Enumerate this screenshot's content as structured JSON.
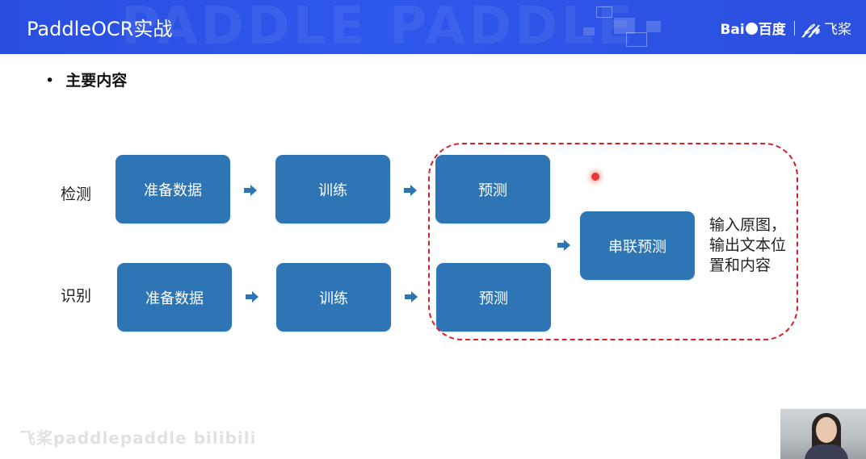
{
  "header": {
    "title": "PaddleOCR实战",
    "watermark": "PADDLE PADDLE",
    "brand_baidu_left": "Bai",
    "brand_baidu_right": "百度",
    "brand_fp_mark": "𝒻𝓅",
    "brand_feijiang": "飞桨"
  },
  "content": {
    "bullet": "主要内容",
    "rows": [
      {
        "label": "检测",
        "steps": [
          "准备数据",
          "训练",
          "预测"
        ]
      },
      {
        "label": "识别",
        "steps": [
          "准备数据",
          "训练",
          "预测"
        ]
      }
    ],
    "merge_box": "串联预测",
    "note": "输入原图，输出文本位置和内容"
  },
  "footer": {
    "watermark": "飞桨paddlepaddle bilibili"
  },
  "colors": {
    "header_blue": "#2e57ec",
    "box_blue": "#2e75b6",
    "dash_red": "#d9202a"
  }
}
